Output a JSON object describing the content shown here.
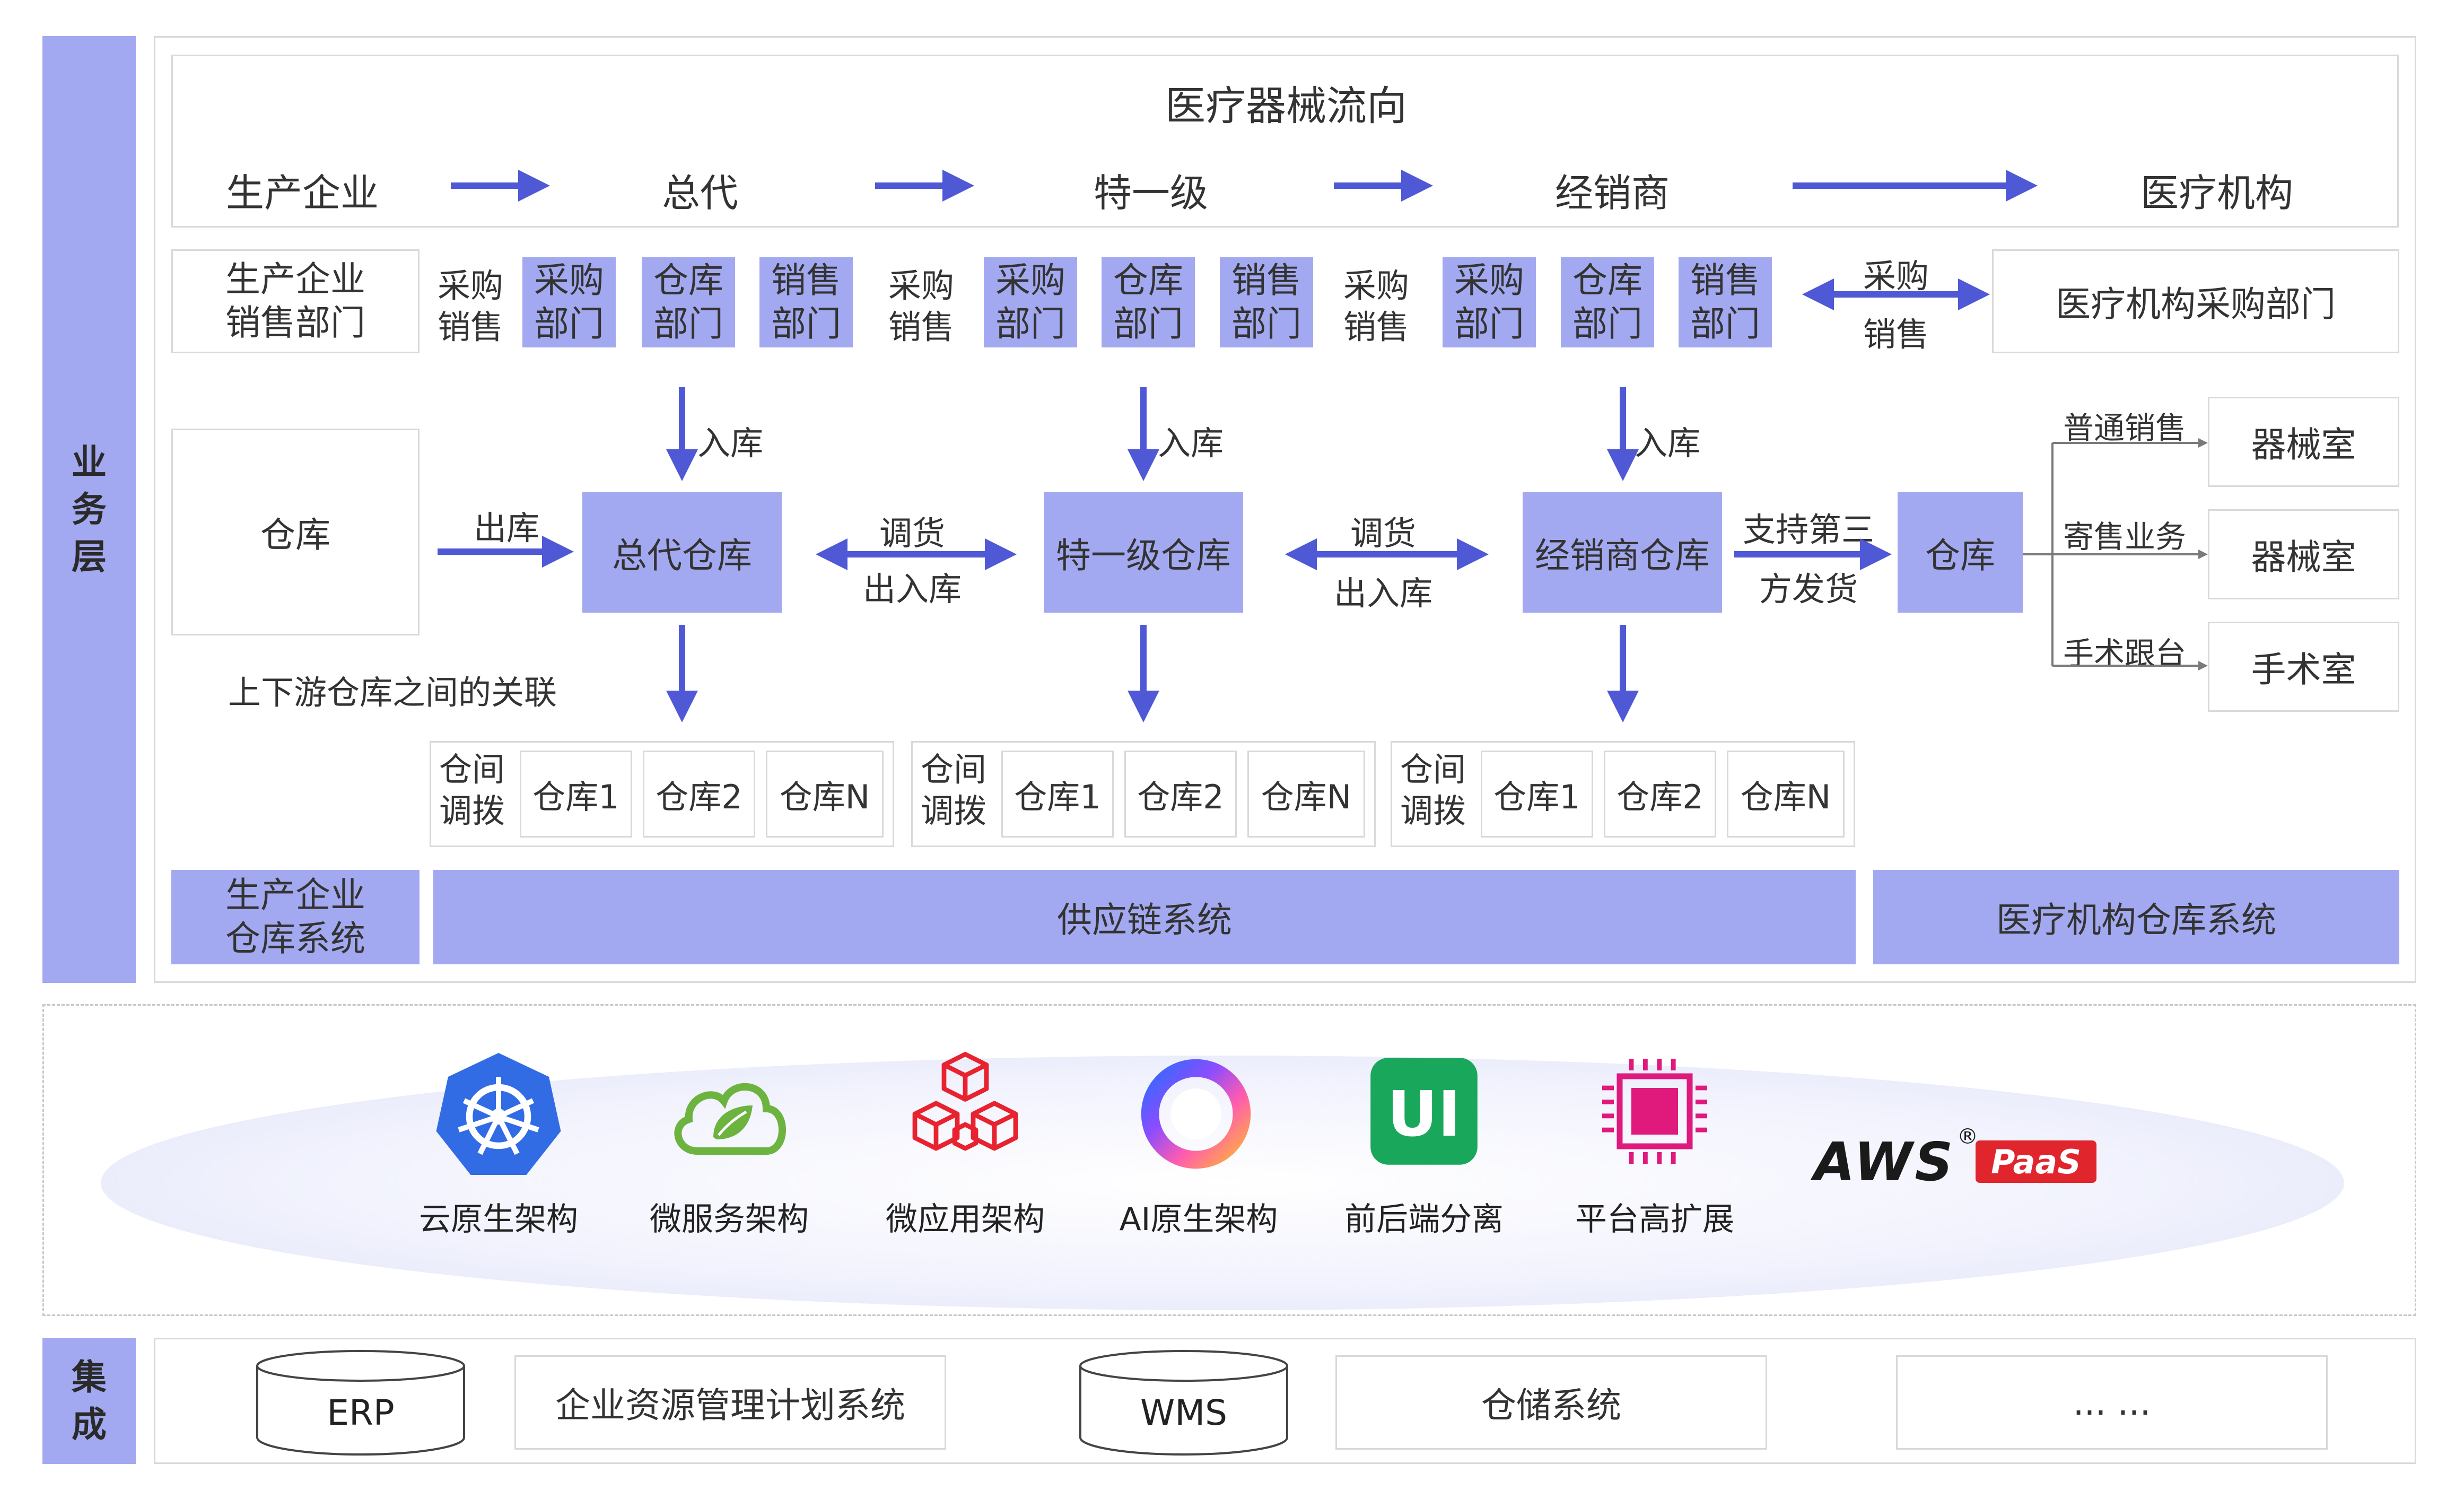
{
  "business_layer": {
    "label": "业务层",
    "flow_title": "医疗器械流向",
    "flow_stages": [
      "生产企业",
      "总代",
      "特一级",
      "经销商",
      "医疗机构"
    ],
    "manufacturer_sales": "生产企业\n销售部门",
    "dept_groups": [
      {
        "left_labels": [
          "采购",
          "销售"
        ],
        "depts": [
          "采购\n部门",
          "仓库\n部门",
          "销售\n部门"
        ]
      },
      {
        "left_labels": [
          "采购",
          "销售"
        ],
        "depts": [
          "采购\n部门",
          "仓库\n部门",
          "销售\n部门"
        ]
      },
      {
        "left_labels": [
          "采购",
          "销售"
        ],
        "depts": [
          "采购\n部门",
          "仓库\n部门",
          "销售\n部门"
        ]
      }
    ],
    "purchase_arrow_top": "采购",
    "purchase_arrow_bottom": "销售",
    "hospital_purchasing": "医疗机构采购部门",
    "inbound_label": "入库",
    "warehouse": "仓库",
    "outbound_label": "出库",
    "general_agent_warehouse": "总代仓库",
    "transfer_top": "调货",
    "transfer_bottom": "出入库",
    "special_warehouse": "特一级仓库",
    "dealer_warehouse": "经销商仓库",
    "third_party_top": "支持第三",
    "third_party_bottom": "方发货",
    "hospital_warehouse": "仓库",
    "branch_labels": [
      "普通销售",
      "寄售业务",
      "手术跟台"
    ],
    "branch_targets": [
      "器械室",
      "器械室",
      "手术室"
    ],
    "relation_note": "上下游仓库之间的关联",
    "inter_warehouse": [
      {
        "label": "仓间\n调拨",
        "items": [
          "仓库1",
          "仓库2",
          "仓库N"
        ]
      },
      {
        "label": "仓间\n调拨",
        "items": [
          "仓库1",
          "仓库2",
          "仓库N"
        ]
      },
      {
        "label": "仓间\n调拨",
        "items": [
          "仓库1",
          "仓库2",
          "仓库N"
        ]
      }
    ],
    "systems": [
      "生产企业\n仓库系统",
      "供应链系统",
      "医疗机构仓库系统"
    ]
  },
  "tech_layer": {
    "items": [
      {
        "label": "云原生架构",
        "icon": "kubernetes-icon"
      },
      {
        "label": "微服务架构",
        "icon": "spring-leaf-cloud-icon"
      },
      {
        "label": "微应用架构",
        "icon": "cubes-icon"
      },
      {
        "label": "AI原生架构",
        "icon": "ai-ring-icon"
      },
      {
        "label": "前后端分离",
        "icon": "ui-icon"
      },
      {
        "label": "平台高扩展",
        "icon": "chip-icon"
      }
    ],
    "logo_text": "AWS",
    "logo_badge": "PaaS",
    "logo_mark": "®",
    "colors": {
      "k8s": "#326ce5",
      "spring": "#6db33f",
      "cubes": "#e8222f",
      "ui": "#19a85b",
      "chip": "#e0197d",
      "logo_red": "#e0252d"
    }
  },
  "integration_layer": {
    "label": "集成",
    "items": [
      {
        "type": "cylinder",
        "text": "ERP"
      },
      {
        "type": "box",
        "text": "企业资源管理计划系统"
      },
      {
        "type": "cylinder",
        "text": "WMS"
      },
      {
        "type": "box",
        "text": "仓储系统"
      },
      {
        "type": "box",
        "text": "... ..."
      }
    ]
  },
  "colors": {
    "accent": "#a3a9f0",
    "arrow": "#4f59d6",
    "border": "#d9d9d9"
  }
}
